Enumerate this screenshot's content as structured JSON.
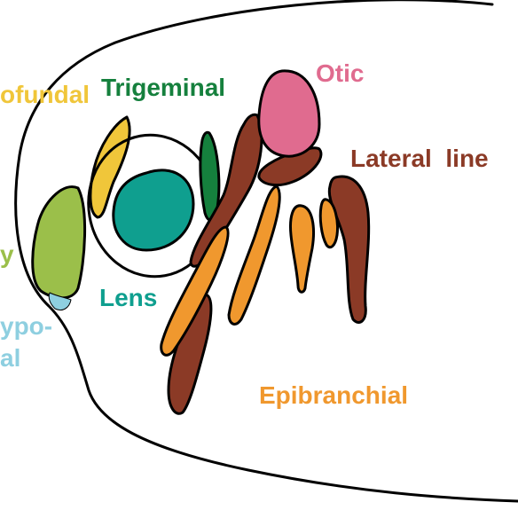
{
  "labels": {
    "profundal": "ofundal",
    "trigeminal": "Trigeminal",
    "otic": "Otic",
    "lateral_line": "Lateral  line",
    "olfactory": "y",
    "lens": "Lens",
    "hypophyseal_1": "ypo-",
    "hypophyseal_2": "al",
    "epibranchial": "Epibranchial"
  },
  "colors": {
    "profundal": "#f0c63a",
    "trigeminal": "#15803d",
    "otic": "#e06b8f",
    "lateral_line": "#8b3a26",
    "olfactory": "#9bbf4a",
    "lens": "#0f9f8f",
    "hypophyseal": "#8ecfe0",
    "epibranchial": "#f0982e",
    "outline": "#000000"
  }
}
